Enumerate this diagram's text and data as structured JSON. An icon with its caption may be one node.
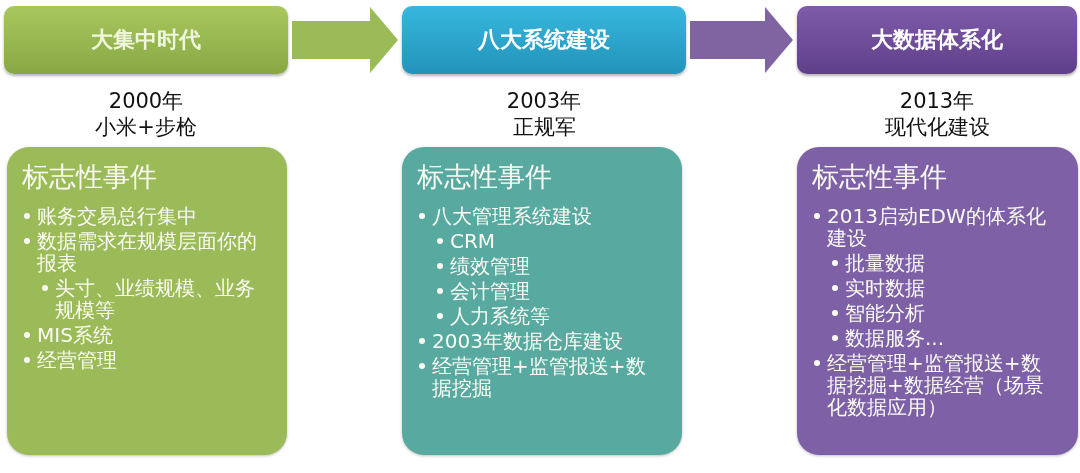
{
  "diagram": {
    "nodes": [
      {
        "text": [
          "大集中时代"
        ],
        "beside": [
          "2000年",
          "小米+步枪"
        ]
      },
      {
        "text": [
          "八大系统建设"
        ],
        "beside": [
          "2003年",
          "正规军"
        ]
      },
      {
        "text": [
          "大数据体系化"
        ],
        "beside": [
          "2013年",
          "现代化建设"
        ]
      },
      {
        "text": [
          "标志性事件",
          "账务交易总行集中",
          "数据需求在规模层面你的报表",
          "头寸、业绩规模、业务规模等",
          "MIS系统",
          "经营管理"
        ]
      },
      {
        "text": [
          "标志性事件",
          "八大管理系统建设",
          "CRM",
          "绩效管理",
          "会计管理",
          "人力系统等",
          "2003年数据仓库建设",
          "经营管理+监管报送+数据挖掘"
        ]
      },
      {
        "text": [
          "标志性事件",
          "2013启动EDW的体系化建设",
          "批量数据",
          "实时数据",
          "智能分析",
          "数据服务...",
          "经营管理+监管报送+数据挖掘+数据经营（场景化数据应用）"
        ]
      }
    ],
    "edges": [
      {
        "from": 0,
        "to": 1,
        "arrow": "to",
        "style": "thick",
        "color": "#9bbb59"
      },
      {
        "from": 1,
        "to": 2,
        "arrow": "to",
        "style": "thick",
        "color": "#8064a2"
      }
    ]
  }
}
